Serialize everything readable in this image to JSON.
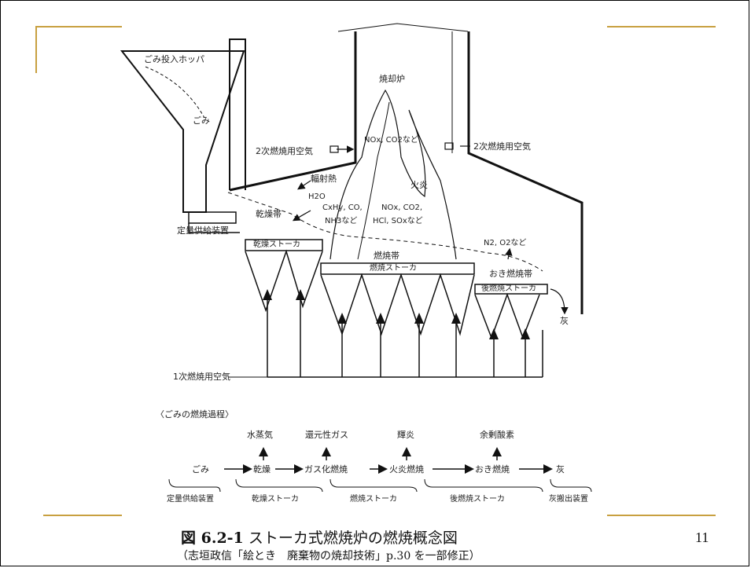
{
  "slide": {
    "page_number": "11",
    "accent_color": "#c8a040"
  },
  "figure": {
    "caption_number": "図 6.2-1",
    "caption_title": "ストーカ式燃焼炉の燃焼概念図",
    "source": "（志垣政信「絵とき　廃棄物の焼却技術」p.30 を一部修正）"
  },
  "furnace_labels": {
    "hopper": "ごみ投入ホッパ",
    "waste": "ごみ",
    "incinerator": "焼却炉",
    "nox_co2": "NOx, CO2など",
    "secondary_air_left": "2次燃焼用空気",
    "secondary_air_right": "2次燃焼用空気",
    "radiant_heat": "輻射熱",
    "flame": "火炎",
    "h2o": "H2O",
    "cxhy": "CxHy, CO,",
    "nh3": "NH3など",
    "nox_co2_2": "NOx, CO2,",
    "hcl_sox": "HCl, SOxなど",
    "drying_zone": "乾燥帯",
    "feeder": "定量供給装置",
    "drying_stoker": "乾燥ストーカ",
    "combustion_zone": "燃焼帯",
    "combustion_stoker": "燃焼ストーカ",
    "n2_o2": "N2, O2など",
    "afterburn_zone": "おき燃焼帯",
    "afterburn_stoker": "後燃焼ストーカ",
    "ash": "灰",
    "primary_air": "1次燃焼用空気"
  },
  "process": {
    "heading": "〈ごみの燃焼過程〉",
    "outputs": [
      "水蒸気",
      "還元性ガス",
      "輝炎",
      "余剰酸素"
    ],
    "steps": [
      "ごみ",
      "乾燥",
      "ガス化燃焼",
      "火炎燃焼",
      "おき燃焼",
      "灰"
    ],
    "equipment": [
      "定量供給装置",
      "乾燥ストーカ",
      "燃焼ストーカ",
      "後燃焼ストーカ",
      "灰搬出装置"
    ]
  }
}
